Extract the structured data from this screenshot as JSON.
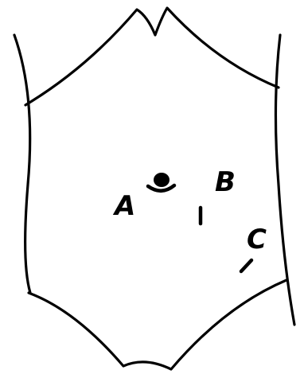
{
  "diagram": {
    "markers": [
      {
        "id": "A",
        "label": "A"
      },
      {
        "id": "B",
        "label": "B"
      },
      {
        "id": "C",
        "label": "C"
      }
    ]
  }
}
